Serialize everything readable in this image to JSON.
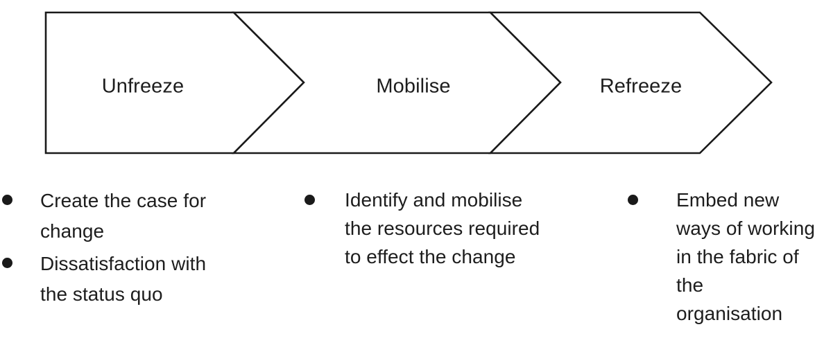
{
  "diagram": {
    "title": "Change process chevron diagram",
    "colors": {
      "stroke": "#1a1a1a",
      "fill": "#ffffff",
      "text": "#1d1d1d",
      "background": "#ffffff"
    },
    "stages": [
      {
        "label": "Unfreeze",
        "bullets": [
          "Create the case for change",
          "Dissatisfaction with the status quo"
        ]
      },
      {
        "label": "Mobilise",
        "bullets": [
          "Identify and mobilise the resources required to effect the change"
        ]
      },
      {
        "label": "Refreeze",
        "bullets": [
          "Embed new ways of working in the fabric of the organisation"
        ]
      }
    ]
  }
}
